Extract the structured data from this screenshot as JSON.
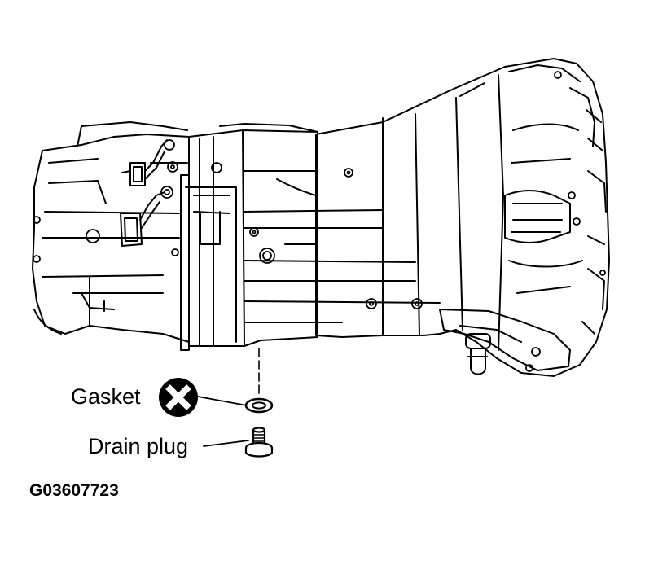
{
  "labels": {
    "gasket": "Gasket",
    "drain_plug": "Drain plug"
  },
  "figure_code": "G03607723",
  "icons": {
    "replace_symbol": "x-circle-icon"
  },
  "colors": {
    "ink": "#000000",
    "paper": "#ffffff"
  }
}
